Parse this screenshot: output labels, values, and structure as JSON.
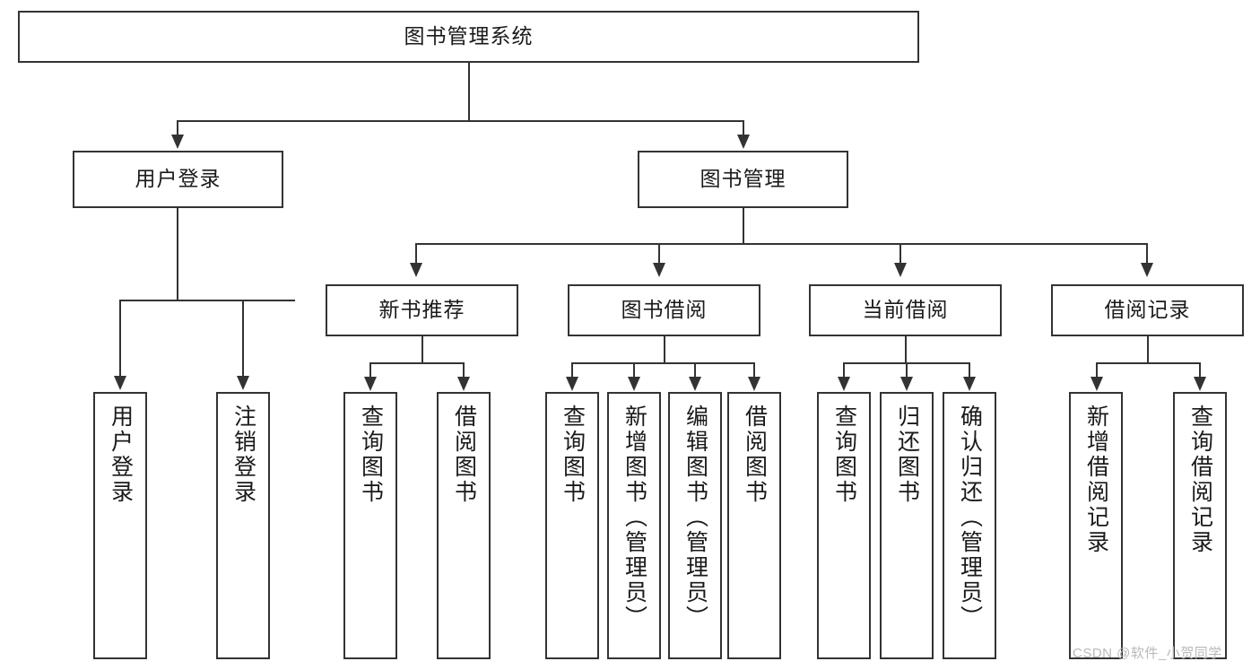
{
  "diagram": {
    "type": "tree-hierarchy",
    "title_node": {
      "label": "图书管理系统"
    },
    "level1": [
      {
        "id": "user-login",
        "label": "用户登录"
      },
      {
        "id": "book-management",
        "label": "图书管理"
      }
    ],
    "level2": [
      {
        "id": "new-book-recommend",
        "label": "新书推荐",
        "parent": "book-management"
      },
      {
        "id": "book-borrow",
        "label": "图书借阅",
        "parent": "book-management"
      },
      {
        "id": "current-borrow",
        "label": "当前借阅",
        "parent": "book-management"
      },
      {
        "id": "borrow-record",
        "label": "借阅记录",
        "parent": "book-management"
      }
    ],
    "leaves": {
      "user_login": [
        {
          "id": "leaf-user-login",
          "label": "用户登录"
        },
        {
          "id": "leaf-logout-login",
          "label": "注销登录"
        }
      ],
      "new_book_recommend": [
        {
          "id": "leaf-query-book-1",
          "label": "查询图书"
        },
        {
          "id": "leaf-borrow-book-1",
          "label": "借阅图书"
        }
      ],
      "book_borrow": [
        {
          "id": "leaf-query-book-2",
          "label": "查询图书"
        },
        {
          "id": "leaf-add-book",
          "label": "新增图书（管理员）"
        },
        {
          "id": "leaf-edit-book",
          "label": "编辑图书（管理员）"
        },
        {
          "id": "leaf-borrow-book-2",
          "label": "借阅图书"
        }
      ],
      "current_borrow": [
        {
          "id": "leaf-query-book-3",
          "label": "查询图书"
        },
        {
          "id": "leaf-return-book",
          "label": "归还图书"
        },
        {
          "id": "leaf-confirm-return",
          "label": "确认归还（管理员）"
        }
      ],
      "borrow_record": [
        {
          "id": "leaf-add-record",
          "label": "新增借阅记录"
        },
        {
          "id": "leaf-query-record",
          "label": "查询借阅记录"
        }
      ]
    }
  },
  "watermark": {
    "text": "CSDN @软件_小贺同学"
  },
  "colors": {
    "stroke": "#333333",
    "background": "#ffffff",
    "text": "#1a1a1a",
    "watermark": "#b9b9b9"
  }
}
